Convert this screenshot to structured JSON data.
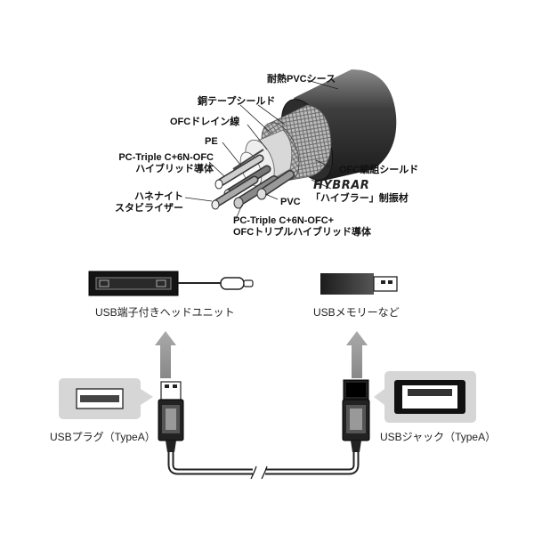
{
  "cable_labels": {
    "sheath": "耐熱PVCシース",
    "copper_tape": "銅テープシールド",
    "drain": "OFCドレイン線",
    "pe": "PE",
    "triple_l1": "PC-Triple C+6N-OFC",
    "triple_l2": "ハイブリッド導体",
    "hane_l1": "ハネナイト",
    "hane_l2": "スタビライザー",
    "pvc": "PVC",
    "braid": "OFC編組シールド",
    "hybrar_brand": "HYBRAR",
    "hybrar_text": "「ハイブラー」制振材",
    "triple_b_l1": "PC-Triple C+6N-OFC+",
    "triple_b_l2": "OFCトリプルハイブリッド導体"
  },
  "connection": {
    "head_unit": "USB端子付きヘッドユニット",
    "usb_memory": "USBメモリーなど",
    "plug": "USBプラグ（TypeA）",
    "jack": "USBジャック（TypeA）"
  }
}
